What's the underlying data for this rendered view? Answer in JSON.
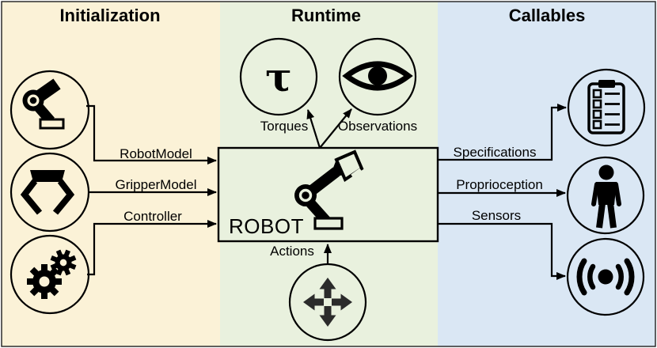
{
  "figure": {
    "sections": [
      {
        "title": "Initialization"
      },
      {
        "title": "Runtime"
      },
      {
        "title": "Callables"
      }
    ]
  },
  "colors": {
    "initialization_bg": "#FBF2D7",
    "runtime_bg": "#E9F1DE",
    "callables_bg": "#DAE7F4"
  },
  "robot_box": {
    "label": "ROBOT"
  },
  "symbols": {
    "tau": "τ"
  },
  "edges": {
    "robot_model": {
      "label": "RobotModel"
    },
    "gripper_model": {
      "label": "GripperModel"
    },
    "controller": {
      "label": "Controller"
    },
    "torques": {
      "label": "Torques"
    },
    "observations": {
      "label": "Observations"
    },
    "actions": {
      "label": "Actions"
    },
    "specifications": {
      "label": "Specifications"
    },
    "proprioception": {
      "label": "Proprioception"
    },
    "sensors": {
      "label": "Sensors"
    }
  },
  "icons": {
    "initialization": [
      "robot-arm-icon",
      "gripper-icon",
      "gears-icon"
    ],
    "runtime": [
      "tau-symbol",
      "eye-icon",
      "dpad-arrows-icon"
    ],
    "callables": [
      "checklist-clipboard-icon",
      "person-icon",
      "broadcast-icon"
    ]
  }
}
